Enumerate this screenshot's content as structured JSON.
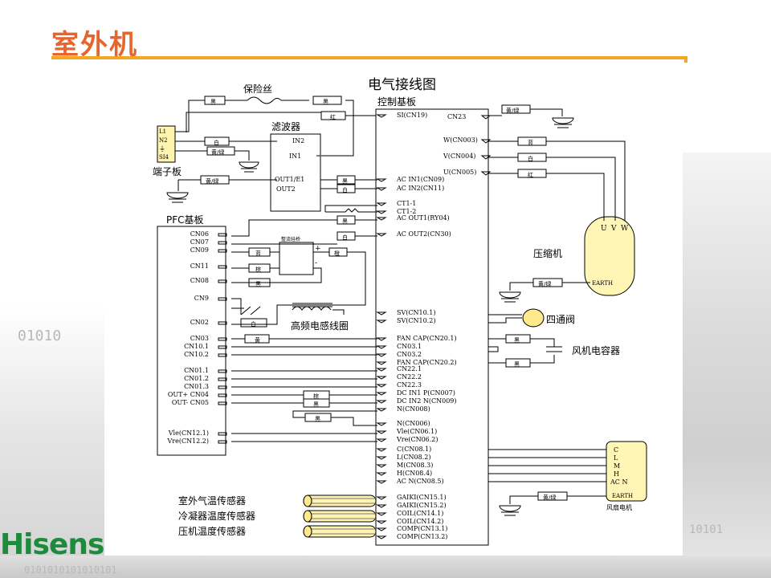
{
  "slide": {
    "title": "室外机",
    "diagram_title": "电气接线图",
    "logo": "Hisens",
    "bg_binary_1": "01010",
    "bg_binary_2": "0101010101010101",
    "bg_binary_3": "10101"
  },
  "fuse": {
    "label": "保险丝",
    "wire_left": "黑",
    "wire_right": "黑"
  },
  "terminal_block": {
    "label": "端子板",
    "pins": [
      "L1",
      "N2",
      "⏚",
      "SI4"
    ],
    "wire_n": "白",
    "wire_ground": "黄/绿",
    "wire_ground2": "黄/绿"
  },
  "filter": {
    "label": "滤波器",
    "in2": "IN2",
    "in1": "IN1",
    "out1": "OUT1/E1",
    "out2": "OUT2",
    "wire_out1": "黑",
    "wire_out2": "白"
  },
  "control_board": {
    "label": "控制基板",
    "left_pins": [
      "SI(CN19)",
      "AC IN1(CN09)",
      "AC IN2(CN11)",
      "CT1-1",
      "CT1-2",
      "AC OUT1(RY04)",
      "AC OUT2(CN30)",
      "SV(CN10.1)",
      "SV(CN10.2)",
      "FAN CAP(CN20.1)",
      "CN03.1",
      "CN03.2",
      "FAN CAP(CN20.2)",
      "CN22.1",
      "CN22.2",
      "CN22.3",
      "DC IN1 P(CN007)",
      "DC IN2 N(CN009)",
      "N(CN008)",
      "N(CN006)",
      "Vle(CN06.1)",
      "Vre(CN06.2)",
      "C(CN08.1)",
      "L(CN08.2)",
      "M(CN08.3)",
      "H(CN08.4)",
      "AC N(CN08.5)",
      "GAIKI(CN15.1)",
      "GAIKI(CN15.2)",
      "COIL(CN14.1)",
      "COIL(CN14.2)",
      "COMP(CN13.1)",
      "COMP(CN13.2)"
    ],
    "cn23": "CN23",
    "right_pins": [
      "W(CN003)",
      "V(CN004)",
      "U(CN005)"
    ],
    "wire_si": "红",
    "wire_cn23": "黄/绿",
    "wire_w": "蓝",
    "wire_v": "白",
    "wire_u": "红",
    "wire_acout1": "黑",
    "wire_acout2": "白"
  },
  "pfc_board": {
    "label": "PFC基板",
    "pins": [
      "CN06",
      "CN07",
      "CN09",
      "CN11",
      "CN08",
      "CN9",
      "CN02",
      "CN03",
      "CN10.1",
      "CN10.2",
      "CN01.1",
      "CN01.2",
      "CN01.3",
      "OUT+ CN04",
      "OUT- CN05",
      "Vle(CN12.1)",
      "Vre(CN12.2)"
    ],
    "wire_cn09": "蓝",
    "wire_cn11": "棕",
    "wire_cn08": "黑",
    "wire_cn02": "白",
    "wire_cn03": "黄",
    "wire_out_plus": "棕",
    "wire_out_minus": "黑",
    "wire_n": "黑",
    "rectifier_label": "整流硅桥",
    "rect_wire": "橙",
    "plus": "+",
    "minus": "-",
    "inductor_label": "高频电感线圈"
  },
  "compressor": {
    "label": "压缩机",
    "terminals": [
      "U",
      "V",
      "W"
    ],
    "earth": "EARTH",
    "wire_earth": "黄/绿"
  },
  "four_way_valve": {
    "label": "四通阀"
  },
  "fan_capacitor": {
    "label": "风机电容器",
    "wire_1": "黑",
    "wire_2": "黑"
  },
  "fan_motor": {
    "label": "风扇电机",
    "terminals": [
      "C",
      "L",
      "M",
      "H",
      "AC N"
    ],
    "earth": "EARTH",
    "wire_earth": "黄/绿"
  },
  "sensors": [
    {
      "label": "室外气温传感器"
    },
    {
      "label": "冷凝器温度传感器"
    },
    {
      "label": "压机温度传感器"
    }
  ],
  "colors": {
    "title": "#e8642c",
    "rule": "#f5a623",
    "logo": "#1d8a3c",
    "sensor": "#fff3b0",
    "valve": "#ffe98a",
    "compressor": "#fff6b5"
  }
}
